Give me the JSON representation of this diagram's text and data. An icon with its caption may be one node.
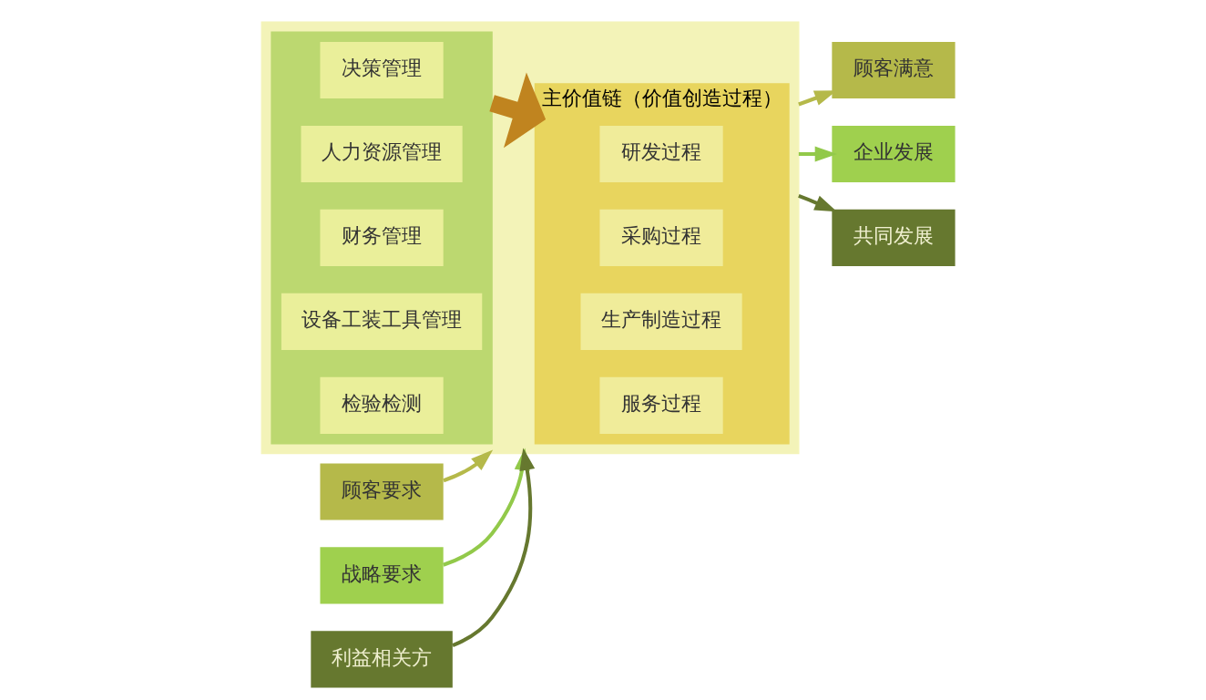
{
  "diagram": {
    "nodes": [
      {
        "text": [],
        "shape": "box"
      },
      {
        "text": [
          "主价值链（价值创造过程）"
        ],
        "in": 0
      },
      {
        "text": [
          "研发过程"
        ],
        "in": 1
      },
      {
        "text": [
          "采购过程"
        ],
        "in": 1
      },
      {
        "text": [
          "生产制造过程"
        ],
        "in": 1
      },
      {
        "text": [
          "服务过程"
        ],
        "in": 1
      },
      {
        "text": [],
        "shape": "box",
        "in": 0
      },
      {
        "text": [
          "决策管理"
        ],
        "in": 6
      },
      {
        "text": [
          "人力资源管理"
        ],
        "in": 6
      },
      {
        "text": [
          "财务管理"
        ],
        "in": 6
      },
      {
        "text": [
          "设备工装工具管理"
        ],
        "in": 6
      },
      {
        "text": [
          "检验检测"
        ],
        "in": 6
      },
      {
        "text": [
          "顾客要求"
        ]
      },
      {
        "text": [
          "战略要求"
        ]
      },
      {
        "text": [
          "利益相关方"
        ]
      },
      {
        "text": [
          "顾客满意"
        ]
      },
      {
        "text": [
          "企业发展"
        ]
      },
      {
        "text": [
          "共同发展"
        ]
      }
    ],
    "edges": [
      {
        "from": 12,
        "to": 0,
        "arrow": "to",
        "color": "#b5b94a"
      },
      {
        "from": 13,
        "to": 0,
        "arrow": "to",
        "color": "#92c94a"
      },
      {
        "from": 14,
        "to": 0,
        "arrow": "to",
        "color": "#66782f"
      },
      {
        "from": 6,
        "to": 1,
        "arrow": "to",
        "style": "thick",
        "color": "#c0841f"
      },
      {
        "from": 0,
        "to": 15,
        "arrow": "to",
        "color": "#b5b94a"
      },
      {
        "from": 0,
        "to": 16,
        "arrow": "to",
        "color": "#92c94a"
      },
      {
        "from": 0,
        "to": 17,
        "arrow": "to",
        "color": "#66782f"
      }
    ]
  }
}
